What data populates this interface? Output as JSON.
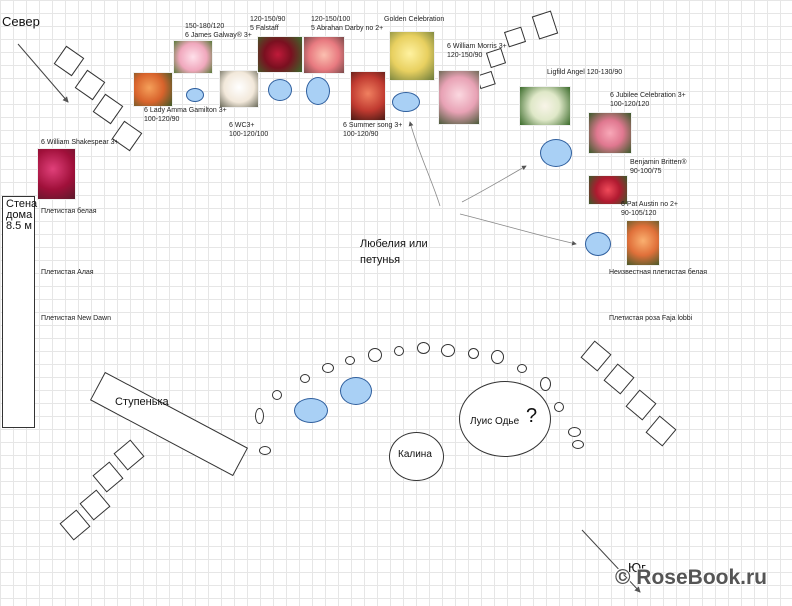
{
  "compass": {
    "north": "Север",
    "south": "Юг"
  },
  "wall": {
    "label": "Стена\nдома\n8.5 м"
  },
  "labels": {
    "william_shakespeare": "6 William Shakespear 3+",
    "lady_emma": "6 Lady Amma Gamilton 3+\n100-120/90",
    "galway": "150-180/120\n6 James Galway® 3+",
    "wc": "6 WC3+\n100-120/100",
    "falstaff": "120-150/90\n5 Falstaff",
    "darby": "120-150/100\n5 Abrahan Darby no 2+",
    "summer_song": "6 Summer song 3+\n100-120/90",
    "golden": "Golden Celebration",
    "morris": "6 William Morris 3+\n120-150/90",
    "lichfield": "Ligfild Angel 120-130/90",
    "jubilee": "6 Jubilee Celebration 3+\n100-120/120",
    "britten": "Benjamin Britten®\n90-100/75",
    "pat_austin": "6 Pat Austin no 2+\n90-105/120",
    "climb_white_left": "Плетистая белая",
    "climb_alaya": "Плетистая Алая",
    "climb_new_dawn": "Плетистая New Dawn",
    "climb_unknown": "Неизвестная плетистая белая",
    "climb_faja": "Плетистая роза  Faja lobbi",
    "lobelia": "Любелия или\nпетунья",
    "step": "Ступенька",
    "kalina": "Калина",
    "louis": "Луис Одье",
    "question": "?"
  },
  "watermark": "© RoseBook.ru",
  "colors": {
    "pool_fill": "#a9d0f5",
    "pool_stroke": "#2f5f9e",
    "grid": "#e6e6e6"
  }
}
